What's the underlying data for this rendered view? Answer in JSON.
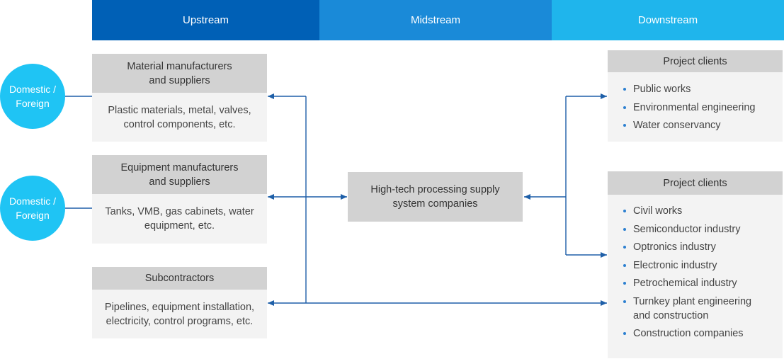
{
  "header": {
    "upstream": "Upstream",
    "midstream": "Midstream",
    "downstream": "Downstream",
    "colors": {
      "upstream": "#0060b6",
      "midstream": "#1a8ad8",
      "downstream": "#1fb5ec"
    }
  },
  "sources": [
    {
      "label": "Domestic / Foreign"
    },
    {
      "label": "Domestic / Foreign"
    }
  ],
  "upstream_boxes": [
    {
      "title_line1": "Material manufacturers",
      "title_line2": "and suppliers",
      "body_line1": "Plastic materials, metal, valves,",
      "body_line2": "control components, etc."
    },
    {
      "title_line1": "Equipment manufacturers",
      "title_line2": "and suppliers",
      "body_line1": "Tanks, VMB, gas cabinets, water",
      "body_line2": "equipment, etc."
    },
    {
      "title_line1": "Subcontractors",
      "body_line1": "Pipelines, equipment installation,",
      "body_line2": "electricity, control programs, etc."
    }
  ],
  "midstream_box": {
    "line1": "High-tech processing supply",
    "line2": "system companies"
  },
  "downstream_boxes": [
    {
      "title": "Project clients",
      "items": [
        "Public works",
        "Environmental engineering",
        "Water conservancy"
      ]
    },
    {
      "title": "Project clients",
      "items": [
        "Civil works",
        "Semiconductor industry",
        "Optronics industry",
        "Electronic industry",
        "Petrochemical industry",
        "Turnkey plant engineering and construction",
        "Construction companies"
      ]
    }
  ],
  "accent_colors": {
    "circle": "#1fc4f4",
    "connector": "#1e5fa8",
    "bullet": "#2b7fd0"
  }
}
